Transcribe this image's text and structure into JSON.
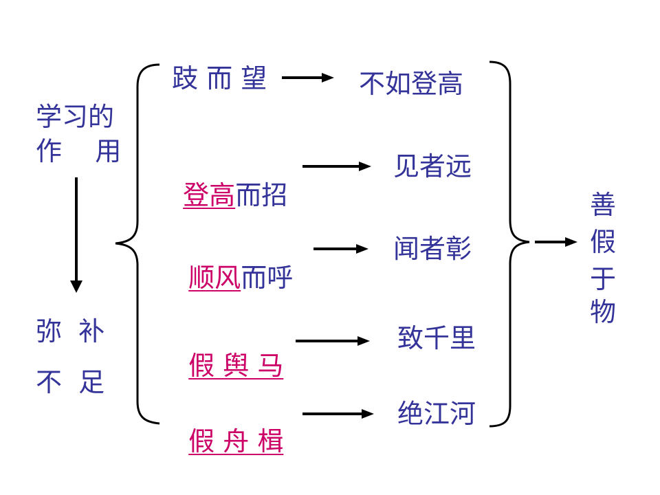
{
  "left": {
    "line1": "学习的",
    "line2": "作    用",
    "line3": "弥  补",
    "line4": "不  足"
  },
  "rows": [
    {
      "action_plain": "跂 而 望",
      "result": "不如登高"
    },
    {
      "action_ul": "登高",
      "action_rest": "而招",
      "result": "见者远"
    },
    {
      "action_ul": "顺风",
      "action_rest": "而呼",
      "result": "闻者彰"
    },
    {
      "action_ul": "假 舆 马",
      "result": "致千里"
    },
    {
      "action_ul": "假 舟 楫",
      "result": "绝江河"
    }
  ],
  "conclusion": [
    "善",
    "假",
    "于",
    "物"
  ],
  "colors": {
    "text": "#33339a",
    "highlight": "#cc0066",
    "line": "#000000"
  }
}
